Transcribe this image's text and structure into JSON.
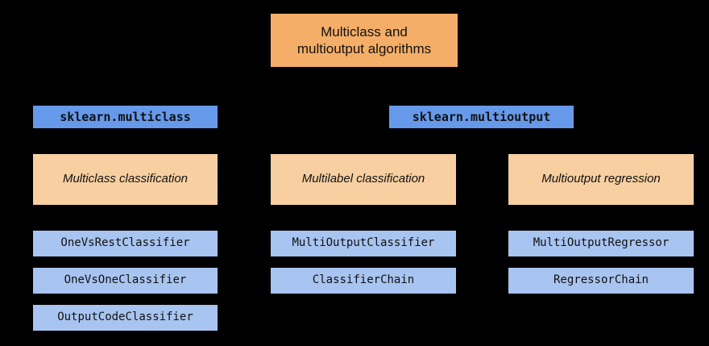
{
  "diagram": {
    "title": "Multiclass and multioutput algorithms",
    "background_color": "#000000",
    "colors": {
      "root_box": "#f5ae67",
      "module_box": "#6699ea",
      "category_box": "#f8cfa1",
      "estimator_box": "#a8c4f0",
      "text": "#111111"
    },
    "root": {
      "label": "Multiclass and\nmultioutput algorithms"
    },
    "modules": [
      {
        "label": "sklearn.multiclass"
      },
      {
        "label": "sklearn.multioutput"
      }
    ],
    "categories": [
      {
        "label": "Multiclass classification"
      },
      {
        "label": "Multilabel classification"
      },
      {
        "label": "Multioutput regression"
      }
    ],
    "columns": [
      {
        "category": "Multiclass classification",
        "module": "sklearn.multiclass",
        "estimators": [
          {
            "label": "OneVsRestClassifier"
          },
          {
            "label": "OneVsOneClassifier"
          },
          {
            "label": "OutputCodeClassifier"
          }
        ]
      },
      {
        "category": "Multilabel classification",
        "module": "sklearn.multioutput",
        "estimators": [
          {
            "label": "MultiOutputClassifier"
          },
          {
            "label": "ClassifierChain"
          }
        ]
      },
      {
        "category": "Multioutput regression",
        "module": "sklearn.multioutput",
        "estimators": [
          {
            "label": "MultiOutputRegressor"
          },
          {
            "label": "RegressorChain"
          }
        ]
      }
    ]
  }
}
